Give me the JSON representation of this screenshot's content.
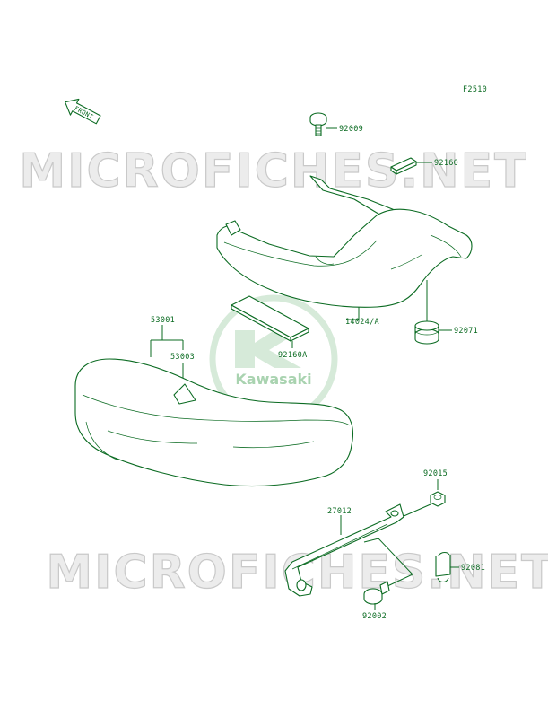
{
  "figure_code": "F2510",
  "front_label": "FRONT",
  "watermark": {
    "text": "MICROFICHES.NET",
    "brand": "Kawasaki"
  },
  "colors": {
    "line": "#0b6b22",
    "watermark": "#c9c9c9",
    "logo": "#d6ead9"
  },
  "parts": [
    {
      "id": "92009",
      "label": "92009"
    },
    {
      "id": "92160",
      "label": "92160"
    },
    {
      "id": "14024A",
      "label": "14024/A"
    },
    {
      "id": "92071",
      "label": "92071"
    },
    {
      "id": "92160A",
      "label": "92160A"
    },
    {
      "id": "53001",
      "label": "53001"
    },
    {
      "id": "53003",
      "label": "53003"
    },
    {
      "id": "92015",
      "label": "92015"
    },
    {
      "id": "27012",
      "label": "27012"
    },
    {
      "id": "92081",
      "label": "92081"
    },
    {
      "id": "92002",
      "label": "92002"
    }
  ]
}
